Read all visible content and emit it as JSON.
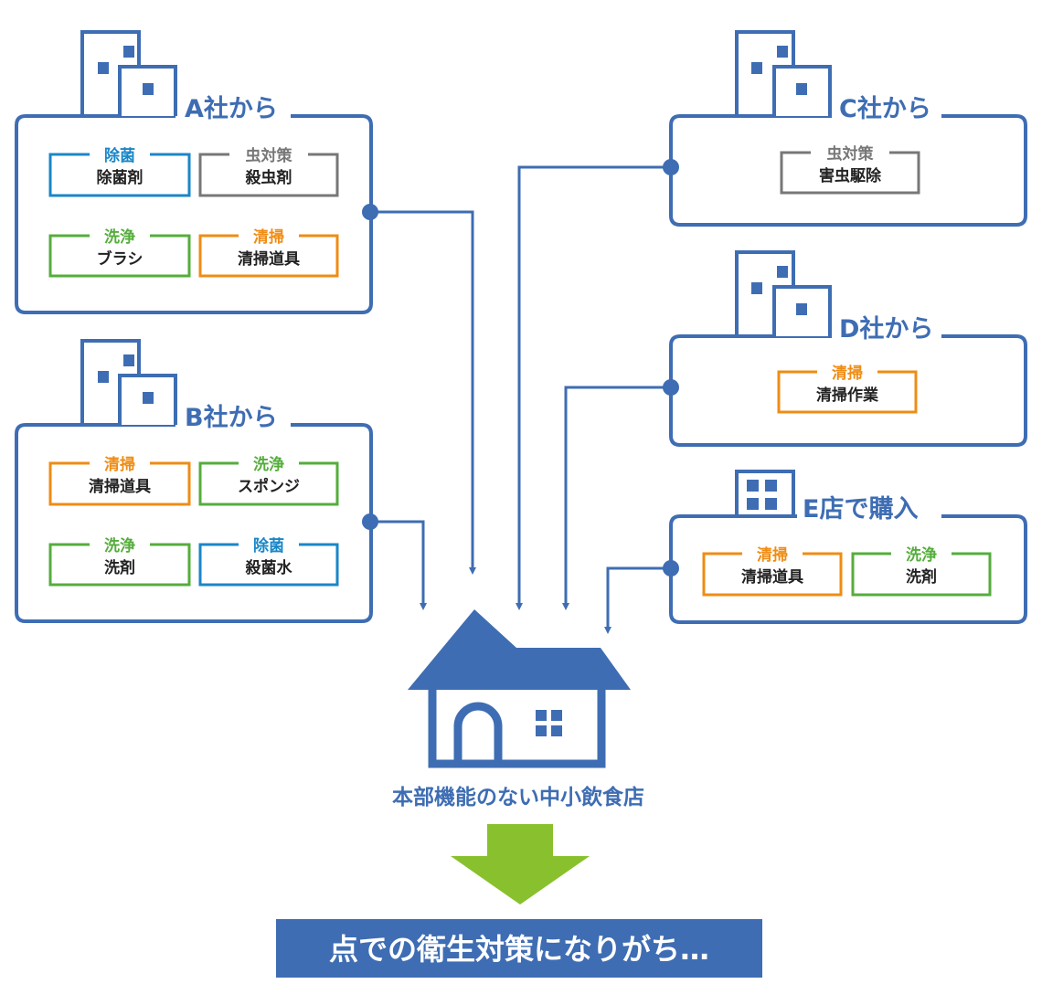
{
  "colors": {
    "primary": "#3e6db3",
    "除菌": "#1a86c8",
    "虫対策": "#777777",
    "洗浄": "#55ad3c",
    "清掃": "#ef8c14",
    "result_arrow": "#88c12d"
  },
  "sources": [
    {
      "title": "A社から",
      "icon": "building-icon",
      "tags": [
        {
          "category": "除菌",
          "item": "除菌剤"
        },
        {
          "category": "虫対策",
          "item": "殺虫剤"
        },
        {
          "category": "洗浄",
          "item": "ブラシ"
        },
        {
          "category": "清掃",
          "item": "清掃道具"
        }
      ]
    },
    {
      "title": "B社から",
      "icon": "building-icon",
      "tags": [
        {
          "category": "清掃",
          "item": "清掃道具"
        },
        {
          "category": "洗浄",
          "item": "スポンジ"
        },
        {
          "category": "洗浄",
          "item": "洗剤"
        },
        {
          "category": "除菌",
          "item": "殺菌水"
        }
      ]
    },
    {
      "title": "C社から",
      "icon": "building-icon",
      "tags": [
        {
          "category": "虫対策",
          "item": "害虫駆除"
        }
      ]
    },
    {
      "title": "D社から",
      "icon": "building-icon",
      "tags": [
        {
          "category": "清掃",
          "item": "清掃作業"
        }
      ]
    },
    {
      "title": "E店で購入",
      "icon": "store-icon",
      "tags": [
        {
          "category": "清掃",
          "item": "清掃道具"
        },
        {
          "category": "洗浄",
          "item": "洗剤"
        }
      ]
    }
  ],
  "house_label": "本部機能のない中小飲食店",
  "result_label": "点での衛生対策になりがち…"
}
